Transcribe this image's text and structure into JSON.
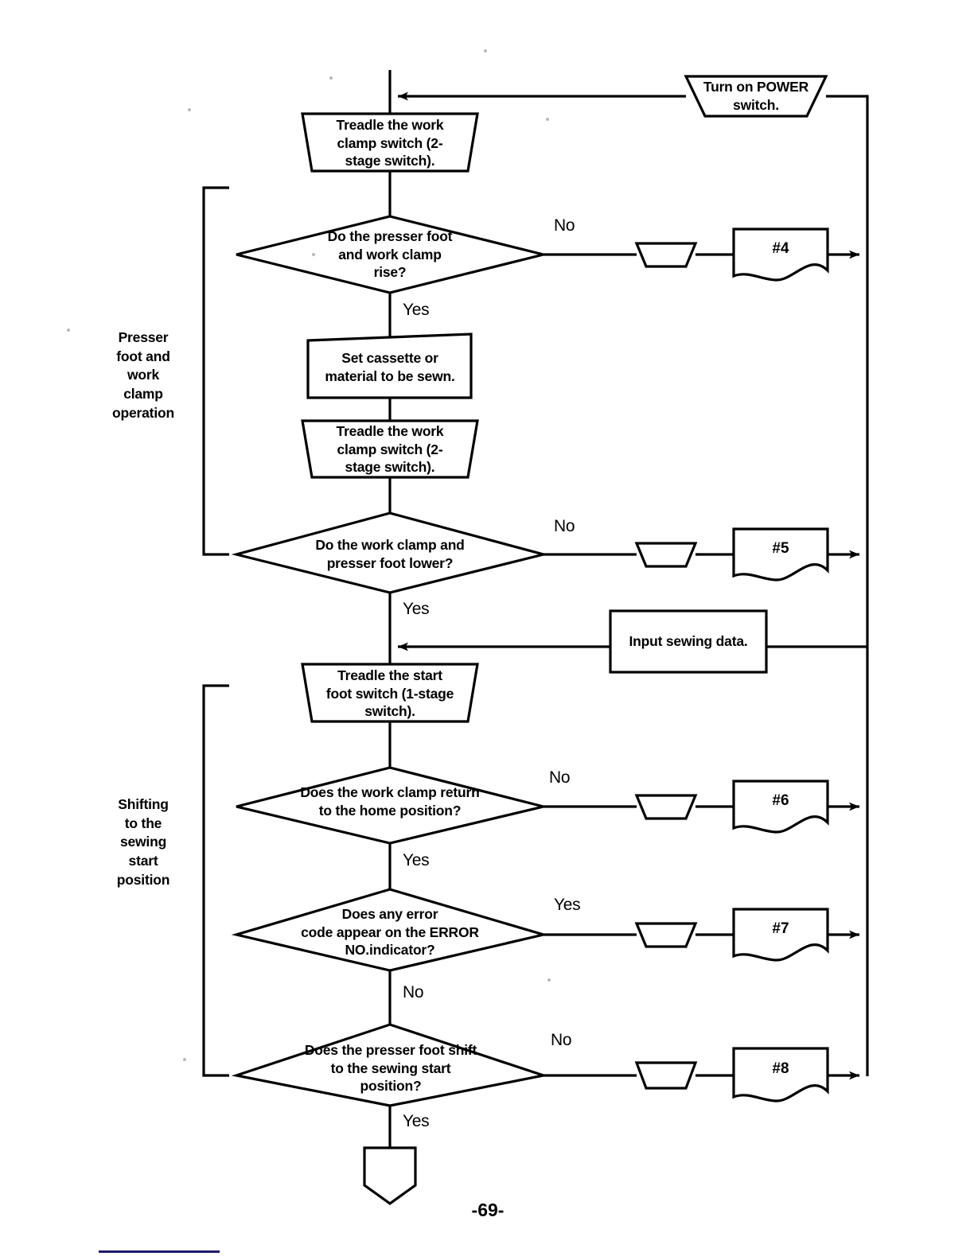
{
  "document": {
    "page_number": "-69-",
    "type": "flowchart"
  },
  "groups": [
    {
      "id": "group-presser",
      "label": "Presser\nfoot and\nwork\nclamp\noperation"
    },
    {
      "id": "group-shifting",
      "label": "Shifting\nto the\nsewing\nstart\nposition"
    }
  ],
  "nodes": [
    {
      "id": "turn-on-power",
      "shape": "manual-operation",
      "text": "Turn on POWER\nswitch."
    },
    {
      "id": "treadle-work-clamp-1",
      "shape": "manual-operation",
      "text": "Treadle the work\nclamp switch (2-\nstage switch)."
    },
    {
      "id": "decision-rise",
      "shape": "decision",
      "text": "Do the presser foot\nand work clamp\nrise?"
    },
    {
      "id": "set-cassette",
      "shape": "process",
      "text": "Set cassette or\nmaterial to be sewn."
    },
    {
      "id": "treadle-work-clamp-2",
      "shape": "manual-operation",
      "text": "Treadle the work\nclamp switch (2-\nstage switch)."
    },
    {
      "id": "decision-lower",
      "shape": "decision",
      "text": "Do the work clamp and\npresser foot lower?"
    },
    {
      "id": "input-sewing-data",
      "shape": "process",
      "text": "Input sewing data."
    },
    {
      "id": "treadle-start-foot",
      "shape": "manual-operation",
      "text": "Treadle the start\nfoot switch (1-stage\nswitch)."
    },
    {
      "id": "decision-home",
      "shape": "decision",
      "text": "Does the work clamp return\nto the home position?"
    },
    {
      "id": "decision-error",
      "shape": "decision",
      "text": "Does any error\ncode appear on the ERROR\nNO.indicator?"
    },
    {
      "id": "decision-shift",
      "shape": "decision",
      "text": "Does the presser foot shift\nto the sewing start\nposition?"
    },
    {
      "id": "offpage-connector",
      "shape": "off-page-connector",
      "text": ""
    }
  ],
  "references": [
    {
      "id": "ref-4",
      "shape": "document",
      "text": "#4"
    },
    {
      "id": "ref-5",
      "shape": "document",
      "text": "#5"
    },
    {
      "id": "ref-6",
      "shape": "document",
      "text": "#6"
    },
    {
      "id": "ref-7",
      "shape": "document",
      "text": "#7"
    },
    {
      "id": "ref-8",
      "shape": "document",
      "text": "#8"
    }
  ],
  "edge_labels": [
    {
      "id": "edge-rise-no",
      "text": "No"
    },
    {
      "id": "edge-rise-yes",
      "text": "Yes"
    },
    {
      "id": "edge-lower-no",
      "text": "No"
    },
    {
      "id": "edge-lower-yes",
      "text": "Yes"
    },
    {
      "id": "edge-home-no",
      "text": "No"
    },
    {
      "id": "edge-home-yes",
      "text": "Yes"
    },
    {
      "id": "edge-error-yes",
      "text": "Yes"
    },
    {
      "id": "edge-error-no",
      "text": "No"
    },
    {
      "id": "edge-shift-no",
      "text": "No"
    },
    {
      "id": "edge-shift-yes",
      "text": "Yes"
    }
  ],
  "colors": {
    "stroke": "#000000",
    "fill": "#ffffff",
    "rule": "#1a1a6e"
  }
}
